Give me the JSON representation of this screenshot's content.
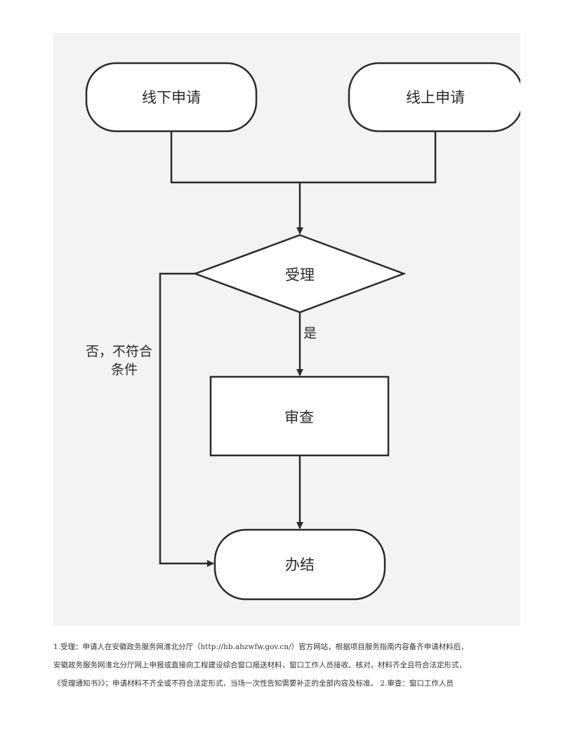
{
  "flowchart": {
    "nodes": {
      "offline_apply": "线下申请",
      "online_apply": "线上申请",
      "accept": "受理",
      "review": "审查",
      "finish": "办结"
    },
    "edges": {
      "yes": "是",
      "no_line1": "否，不符合",
      "no_line2": "条件"
    }
  },
  "caption": {
    "lines": [
      "1.受理：申请人在安徽政务服务网淮北分厅（http://hb.ahzwfw.gov.cn/）官方网站，根据项目服务指南内容备齐申请材料后，",
      "安徽政务服务网淮北分厅网上申报或直接向工程建设综合窗口报送材料，窗口工作人员接收、核对，材料齐全且符合法定形式，",
      "《受理通知书》》；申请材料不齐全或不符合法定形式，当场一次性告知需要补正的全部内容及标准。 2.审查：窗口工作人员"
    ]
  },
  "colors": {
    "stroke": "#2b2b2b",
    "figure_background": "#f3f3f3"
  }
}
